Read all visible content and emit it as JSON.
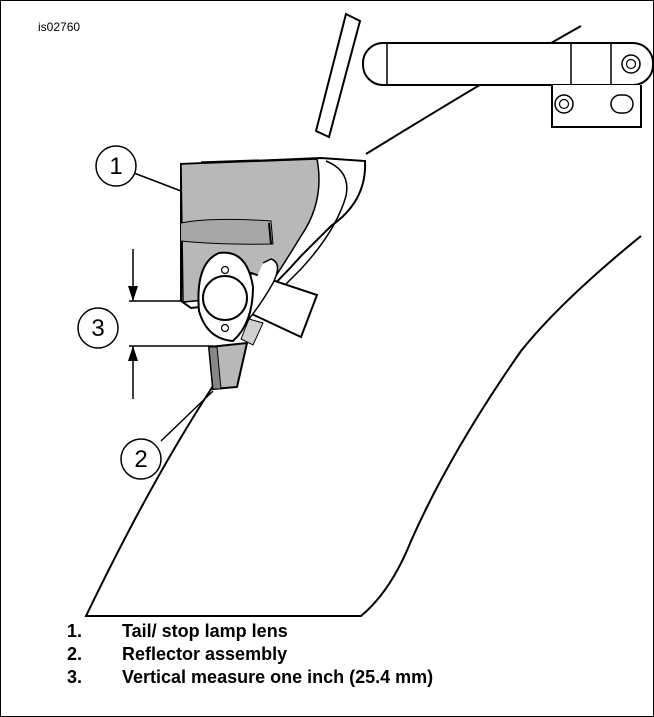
{
  "figure": {
    "id": "is02760"
  },
  "callouts": [
    {
      "number": "1"
    },
    {
      "number": "2"
    },
    {
      "number": "3"
    }
  ],
  "legend": [
    {
      "number": "1.",
      "text": "Tail/ stop lamp lens"
    },
    {
      "number": "2.",
      "text": "Reflector assembly"
    },
    {
      "number": "3.",
      "text": "Vertical measure one inch (25.4 mm)"
    }
  ]
}
